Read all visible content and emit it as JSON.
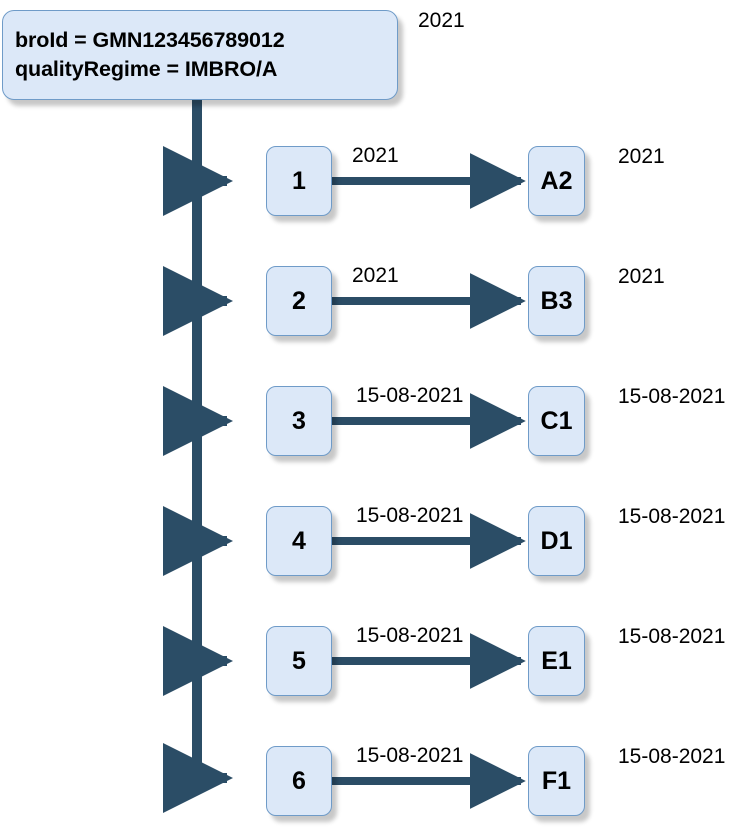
{
  "diagram": {
    "title_node": {
      "name": "root-node",
      "lines": [
        "broId = GMN123456789012",
        "qualityRegime = IMBRO/A"
      ],
      "side_label": "2021"
    },
    "colors": {
      "node_fill": "#dce8f8",
      "node_border": "#6f9bc8",
      "connector": "#2b4d66",
      "text": "#000000",
      "background": "#ffffff"
    },
    "rows": [
      {
        "left_label": "1",
        "edge_label": "2021",
        "right_label": "A2",
        "side_label": "2021"
      },
      {
        "left_label": "2",
        "edge_label": "2021",
        "right_label": "B3",
        "side_label": "2021"
      },
      {
        "left_label": "3",
        "edge_label": "15-08-2021",
        "right_label": "C1",
        "side_label": "15-08-2021"
      },
      {
        "left_label": "4",
        "edge_label": "15-08-2021",
        "right_label": "D1",
        "side_label": "15-08-2021"
      },
      {
        "left_label": "5",
        "edge_label": "15-08-2021",
        "right_label": "E1",
        "side_label": "15-08-2021"
      },
      {
        "left_label": "6",
        "edge_label": "15-08-2021",
        "right_label": "F1",
        "side_label": "15-08-2021"
      }
    ]
  }
}
